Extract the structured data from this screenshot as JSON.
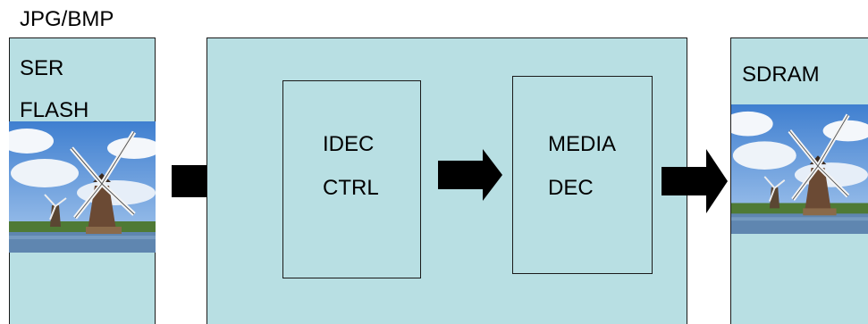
{
  "source_label": "JPG/BMP",
  "source_box": {
    "line1": "SER",
    "line2": "FLASH"
  },
  "controller_box": {
    "idec_label": {
      "line1": "IDEC",
      "line2": "CTRL"
    },
    "media_label": {
      "line1": "MEDIA",
      "line2": "DEC"
    }
  },
  "dest_box": {
    "label": "SDRAM"
  },
  "image_subject": "windmill-photo",
  "colors": {
    "box_fill": "#b8dfe3",
    "border": "#1a1a1a",
    "arrow": "#000000"
  }
}
